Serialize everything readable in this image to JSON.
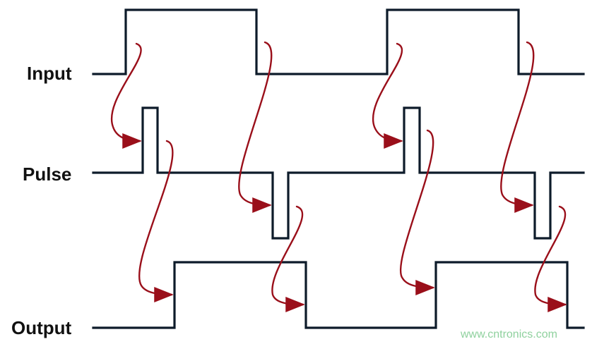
{
  "labels": {
    "input": "Input",
    "pulse": "Pulse",
    "output": "Output"
  },
  "watermark": "www.cntronics.com",
  "colors": {
    "waveform": "#0d1b2a",
    "arrow": "#9a0f1a",
    "label": "#111111",
    "watermark": "#8fd19e"
  }
}
